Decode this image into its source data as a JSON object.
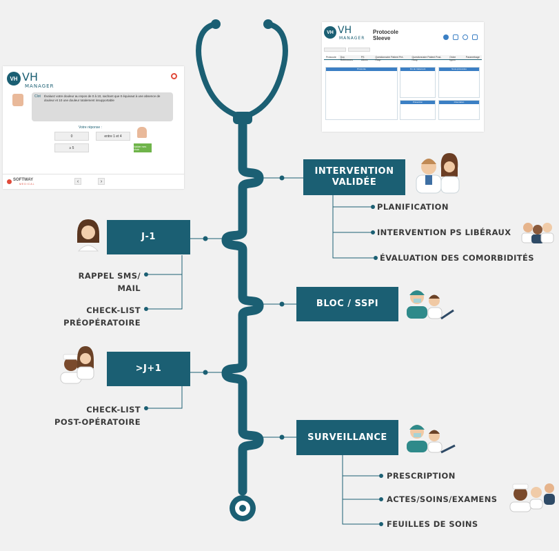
{
  "boxes": {
    "intervention": "INTERVENTION\nVALIDÉE",
    "j_minus_1": "J-1",
    "bloc": "BLOC / SSPI",
    "j_plus_1": ">J+1",
    "surveillance": "SURVEILLANCE"
  },
  "intervention_items": {
    "planification": "PLANIFICATION",
    "ps_liberaux": "INTERVENTION PS LIBÉRAUX",
    "comorbidites": "ÉVALUATION DES COMORBIDITÉS"
  },
  "j_minus_1_items": {
    "rappel_line1": "RAPPEL SMS/",
    "rappel_line2": "MAIL",
    "checklist_line1": "CHECK-LIST",
    "checklist_line2": "PRÉOPÉRATOIRE"
  },
  "j_plus_1_items": {
    "checklist_line1": "CHECK-LIST",
    "checklist_line2": "POST-OPÉRATOIRE"
  },
  "surveillance_items": {
    "prescription": "PRESCRIPTION",
    "actes": "ACTES/SOINS/EXAMENS",
    "feuilles": "FEUILLES DE SOINS"
  },
  "screenshot_left": {
    "logo": "VH",
    "logo_sub": "MANAGER",
    "question_tag": "Clot",
    "question": "Évaluez votre douleur au repos de 0 à 10, sachant que 0 équivaut à une absence de douleur et 10 une douleur totalement insupportable",
    "answer_title": "Votre réponse :",
    "answers": [
      "0",
      "entre 1 et 4",
      "≥ 5"
    ],
    "validate": "Valider mes choix",
    "footer_logo": "SOFTWAY",
    "footer_sub": "MEDICAL"
  },
  "screenshot_right": {
    "logo": "VH",
    "logo_sub": "MANAGER",
    "title_line1": "Protocole",
    "title_line2": "Sleeve",
    "tabs": [
      "Protocole",
      "Doc Références",
      "PS Libres",
      "Questionnaire Patient Pré-Hosp",
      "Questionnaire Patient Post-Hosp",
      "Ordre types",
      "Paramétrage"
    ],
    "panel_titles": [
      "Protocole",
      "Fin de traitement",
      "Sous-protocoles",
      "Prévention",
      "Orientation"
    ]
  },
  "colors": {
    "teal": "#1b5f73",
    "background": "#f1f1f1",
    "text": "#3a3a3a"
  }
}
